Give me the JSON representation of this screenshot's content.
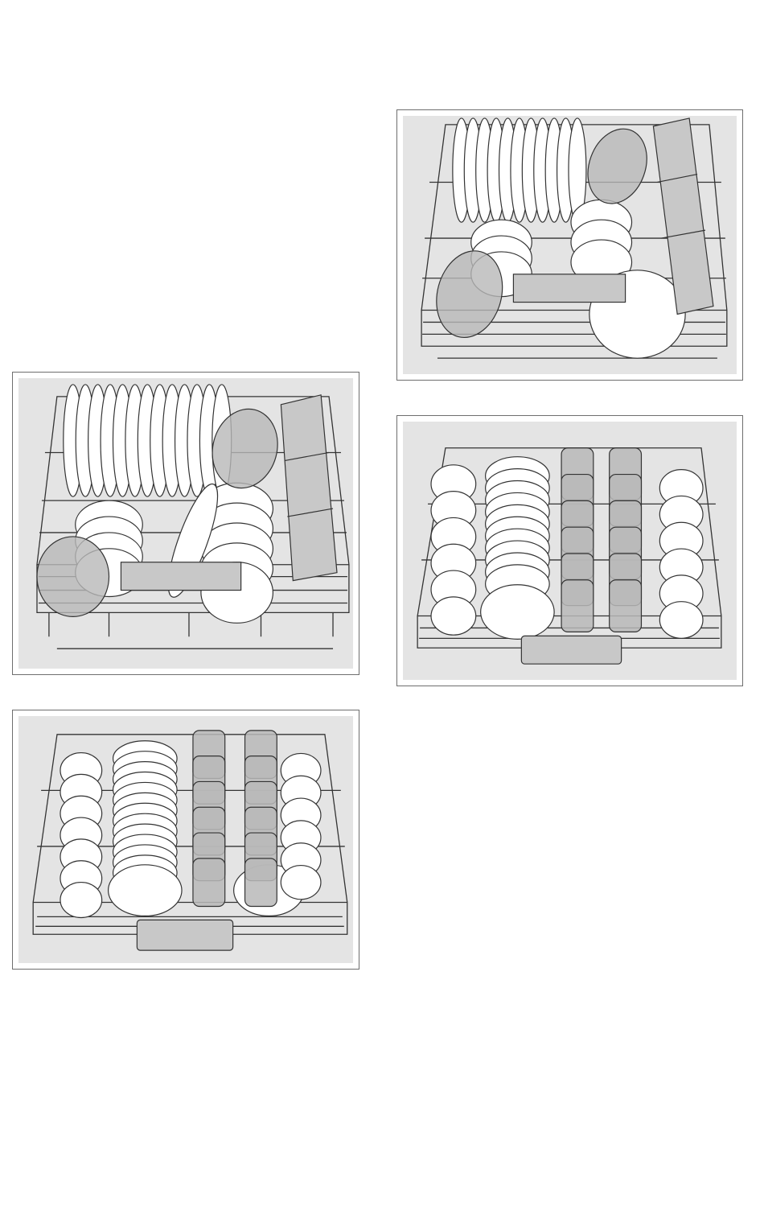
{
  "page": {
    "figures": [
      {
        "id": "lower-rack-loaded-1",
        "label": "",
        "kind": "lower-rack"
      },
      {
        "id": "upper-rack-loaded-1",
        "label": "",
        "kind": "upper-rack"
      },
      {
        "id": "lower-rack-loaded-2",
        "label": "",
        "kind": "lower-rack"
      },
      {
        "id": "upper-rack-loaded-2",
        "label": "",
        "kind": "upper-rack"
      }
    ],
    "colors": {
      "frame": "#6e6e6e",
      "panel_bg": "#e4e4e4",
      "wire": "#333333",
      "dish_fill": "#ffffff",
      "glass_fill": "#b8b8b8",
      "basket_fill": "#c8c8c8"
    }
  }
}
